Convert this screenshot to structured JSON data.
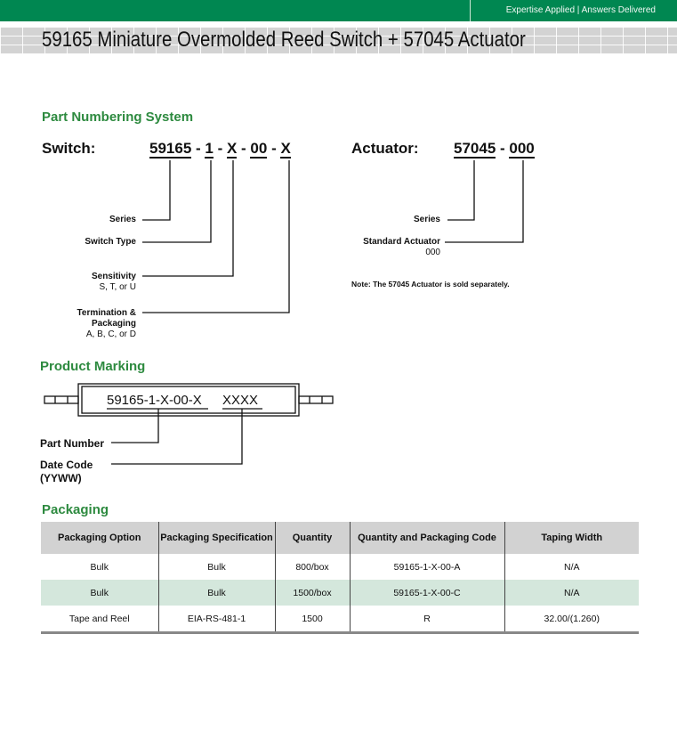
{
  "header": {
    "tagline": "Expertise Applied | Answers Delivered",
    "brand_color": "#008751"
  },
  "title": "59165 Miniature Overmolded Reed Switch + 57045 Actuator",
  "part_numbering": {
    "heading": "Part Numbering System",
    "switch_label": "Switch:",
    "switch_code": [
      "59165",
      "1",
      "X",
      "00",
      "X"
    ],
    "switch_fields": [
      {
        "label": "Series",
        "sub": ""
      },
      {
        "label": "Switch Type",
        "sub": ""
      },
      {
        "label": "Sensitivity",
        "sub": "S, T, or U"
      },
      {
        "label": "Termination & Packaging",
        "sub": "A, B, C, or D"
      }
    ],
    "actuator_label": "Actuator:",
    "actuator_code": [
      "57045",
      "000"
    ],
    "actuator_fields": [
      {
        "label": "Series",
        "sub": ""
      },
      {
        "label": "Standard Actuator",
        "sub": "000"
      }
    ],
    "note": "Note: The 57045 Actuator is sold separately."
  },
  "product_marking": {
    "heading": "Product Marking",
    "part_text": "59165-1-X-00-X",
    "date_text": "XXXX",
    "part_label": "Part Number",
    "date_label": "Date Code",
    "date_sub": "(YYWW)"
  },
  "packaging": {
    "heading": "Packaging",
    "columns": [
      "Packaging Option",
      "Packaging Specification",
      "Quantity",
      "Quantity and Packaging Code",
      "Taping Width"
    ],
    "rows": [
      [
        "Bulk",
        "Bulk",
        "800/box",
        "59165-1-X-00-A",
        "N/A"
      ],
      [
        "Bulk",
        "Bulk",
        "1500/box",
        "59165-1-X-00-C",
        "N/A"
      ],
      [
        "Tape and Reel",
        "EIA-RS-481-1",
        "1500",
        "R",
        "32.00/(1.260)"
      ]
    ]
  }
}
